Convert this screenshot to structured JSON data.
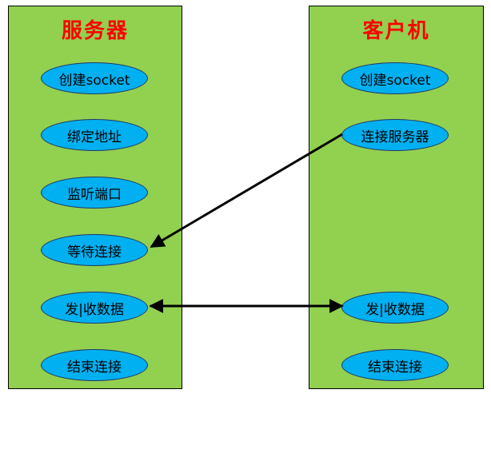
{
  "server": {
    "title": "服务器",
    "steps": [
      "创建socket",
      "绑定地址",
      "监听端口",
      "等待连接",
      "发|收数据",
      "结束连接"
    ]
  },
  "client": {
    "title": "客户机",
    "steps": {
      "create": "创建socket",
      "connect": "连接服务器",
      "transfer": "发|收数据",
      "close": "结束连接"
    }
  },
  "colors": {
    "panel": "#92d050",
    "node": "#00b0f0",
    "title": "#ff0000",
    "arrow": "#000000"
  }
}
